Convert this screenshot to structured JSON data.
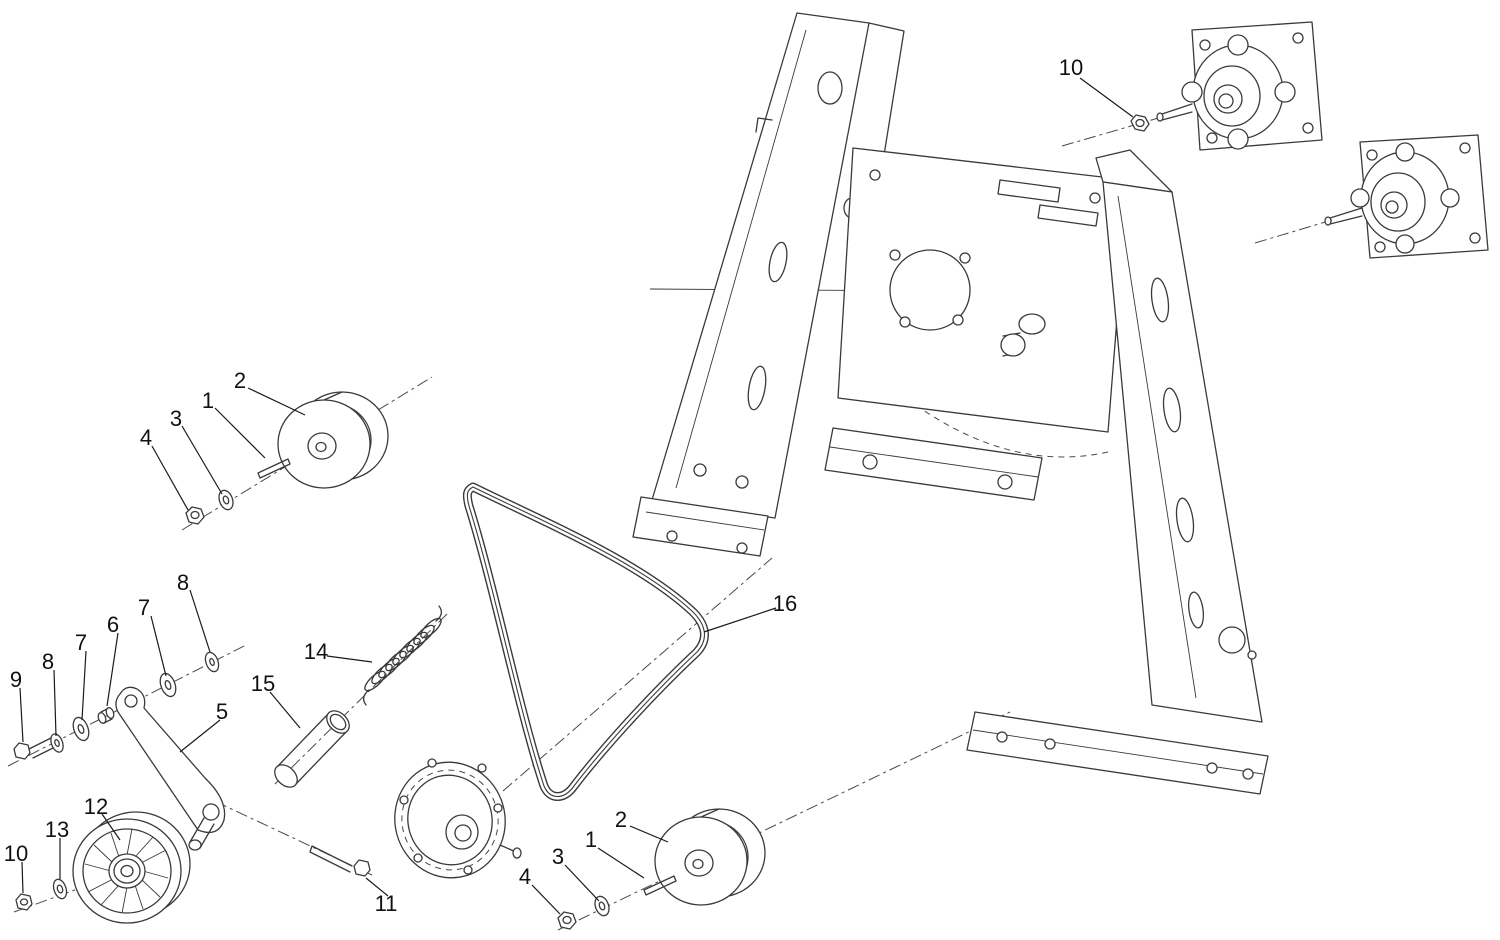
{
  "figure": {
    "background_color": "#ffffff",
    "line_color": "#3a3a3a"
  },
  "callouts": [
    {
      "label": "2"
    },
    {
      "label": "1"
    },
    {
      "label": "3"
    },
    {
      "label": "4"
    },
    {
      "label": "10"
    },
    {
      "label": "8"
    },
    {
      "label": "7"
    },
    {
      "label": "6"
    },
    {
      "label": "7"
    },
    {
      "label": "8"
    },
    {
      "label": "9"
    },
    {
      "label": "5"
    },
    {
      "label": "15"
    },
    {
      "label": "14"
    },
    {
      "label": "12"
    },
    {
      "label": "13"
    },
    {
      "label": "10"
    },
    {
      "label": "11"
    },
    {
      "label": "16"
    },
    {
      "label": "2"
    },
    {
      "label": "1"
    },
    {
      "label": "3"
    },
    {
      "label": "4"
    }
  ]
}
